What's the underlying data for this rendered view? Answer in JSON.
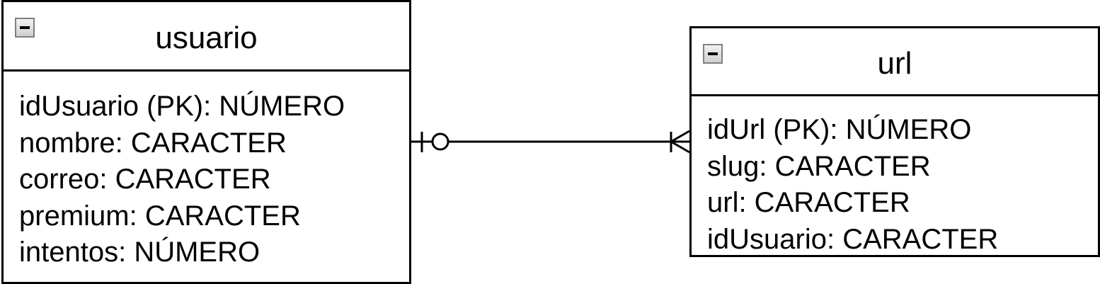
{
  "diagram": {
    "entities": [
      {
        "name": "usuario",
        "attributes": [
          "idUsuario (PK): NÚMERO",
          "nombre: CARACTER",
          "correo: CARACTER",
          "premium: CARACTER",
          "intentos: NÚMERO"
        ]
      },
      {
        "name": "url",
        "attributes": [
          "idUrl (PK): NÚMERO",
          "slug: CARACTER",
          "url: CARACTER",
          "idUsuario: CARACTER"
        ]
      }
    ],
    "relationship": {
      "from": "usuario",
      "to": "url",
      "from_cardinality": "zero-or-one",
      "to_cardinality": "one-or-many"
    }
  }
}
